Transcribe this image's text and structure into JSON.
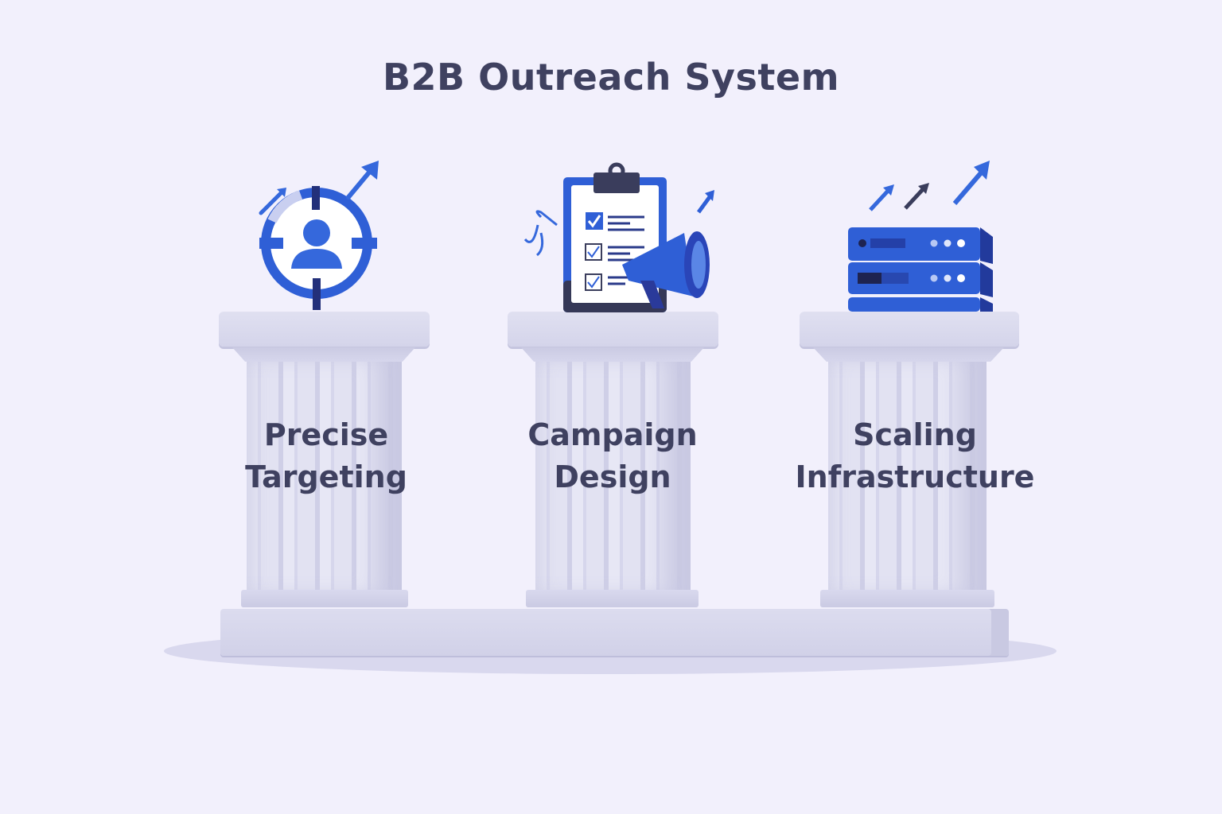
{
  "title": "B2B Outreach System",
  "pillars": [
    {
      "line1": "Precise",
      "line2": "Targeting",
      "icon": "target-user-icon"
    },
    {
      "line1": "Campaign",
      "line2": "Design",
      "icon": "clipboard-megaphone-icon"
    },
    {
      "line1": "Scaling",
      "line2": "Infrastructure",
      "icon": "server-stack-icon"
    }
  ],
  "colors": {
    "background": "#f2f0fc",
    "text": "#3f4160",
    "accent": "#2f5fd6",
    "dark": "#3a3d5c"
  }
}
